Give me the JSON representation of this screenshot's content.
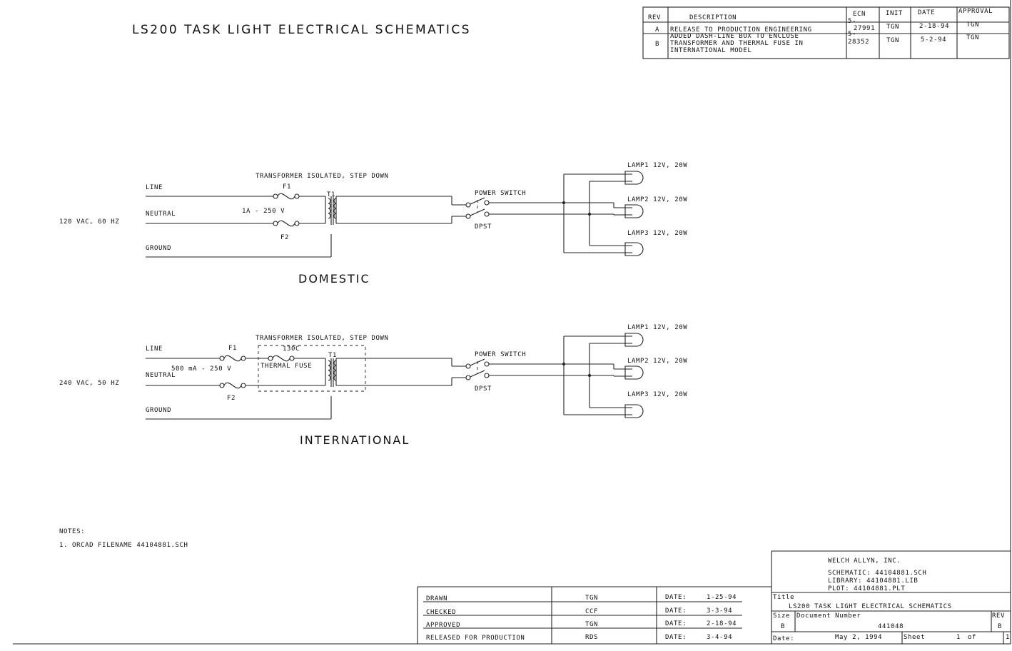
{
  "title": "LS200 TASK LIGHT ELECTRICAL SCHEMATICS",
  "revision_table": {
    "headers": {
      "rev": "REV",
      "description": "DESCRIPTION",
      "ecn": "ECN",
      "init": "INIT",
      "date": "DATE",
      "approval": "APPROVAL"
    },
    "rows": [
      {
        "rev": "A",
        "desc": [
          "RELEASE TO PRODUCTION ENGINEERING"
        ],
        "ecn": [
          "5-",
          "27991"
        ],
        "init": "TGN",
        "date": "2-18-94",
        "approval": "TGN"
      },
      {
        "rev": "B",
        "desc": [
          "ADDED DASH-LINE BOX TO ENCLOSE",
          "TRANSFORMER AND THERMAL FUSE IN",
          "INTERNATIONAL MODEL"
        ],
        "ecn": [
          "5-",
          "28352"
        ],
        "init": "TGN",
        "date": "5-2-94",
        "approval": "TGN"
      }
    ]
  },
  "domestic": {
    "caption": "DOMESTIC",
    "supply": "120 VAC, 60 HZ",
    "line": "LINE",
    "neutral": "NEUTRAL",
    "ground": "GROUND",
    "transformer_label": "TRANSFORMER ISOLATED, STEP DOWN",
    "fuse1": "F1",
    "fuse2": "F2",
    "fuse_rating": "1A - 250 V",
    "transformer_ref": "T1",
    "switch_label": "POWER SWITCH",
    "switch_type": "DPST",
    "lamps": [
      "LAMP1 12V, 20W",
      "LAMP2 12V, 20W",
      "LAMP3 12V, 20W"
    ]
  },
  "international": {
    "caption": "INTERNATIONAL",
    "supply": "240 VAC, 50 HZ",
    "line": "LINE",
    "neutral": "NEUTRAL",
    "ground": "GROUND",
    "transformer_label": "TRANSFORMER ISOLATED, STEP DOWN",
    "fuse1": "F1",
    "fuse2": "F2",
    "fuse_rating": "500 mA - 250 V",
    "thermal_temp": "130C",
    "thermal_label": "THERMAL FUSE",
    "transformer_ref": "T1",
    "switch_label": "POWER SWITCH",
    "switch_type": "DPST",
    "lamps": [
      "LAMP1 12V, 20W",
      "LAMP2 12V, 20W",
      "LAMP3 12V, 20W"
    ]
  },
  "notes": {
    "heading": "NOTES:",
    "items": [
      "1. ORCAD FILENAME 44104881.SCH"
    ]
  },
  "signoff": [
    {
      "role": "DRAWN",
      "init": "TGN",
      "date_label": "DATE:",
      "date": "1-25-94"
    },
    {
      "role": "CHECKED",
      "init": "CCF",
      "date_label": "DATE:",
      "date": "3-3-94"
    },
    {
      "role": "APPROVED",
      "init": "TGN",
      "date_label": "DATE:",
      "date": "2-18-94"
    },
    {
      "role": "RELEASED FOR PRODUCTION",
      "init": "RDS",
      "date_label": "DATE:",
      "date": "3-4-94"
    }
  ],
  "title_block": {
    "company": "WELCH ALLYN, INC.",
    "schematic": "SCHEMATIC: 44104881.SCH",
    "library": "LIBRARY: 44104881.LIB",
    "plot": "PLOT: 44104881.PLT",
    "title_label": "Title",
    "title": "LS200 TASK LIGHT ELECTRICAL SCHEMATICS",
    "size_label": "Size",
    "size": "B",
    "docnum_label": "Document Number",
    "docnum": "441048",
    "rev_label": "REV",
    "rev": "B",
    "date_label": "Date:",
    "date": "May 2, 1994",
    "sheet_label": "Sheet",
    "sheet": "1",
    "of_label": "of",
    "sheets": "1"
  }
}
